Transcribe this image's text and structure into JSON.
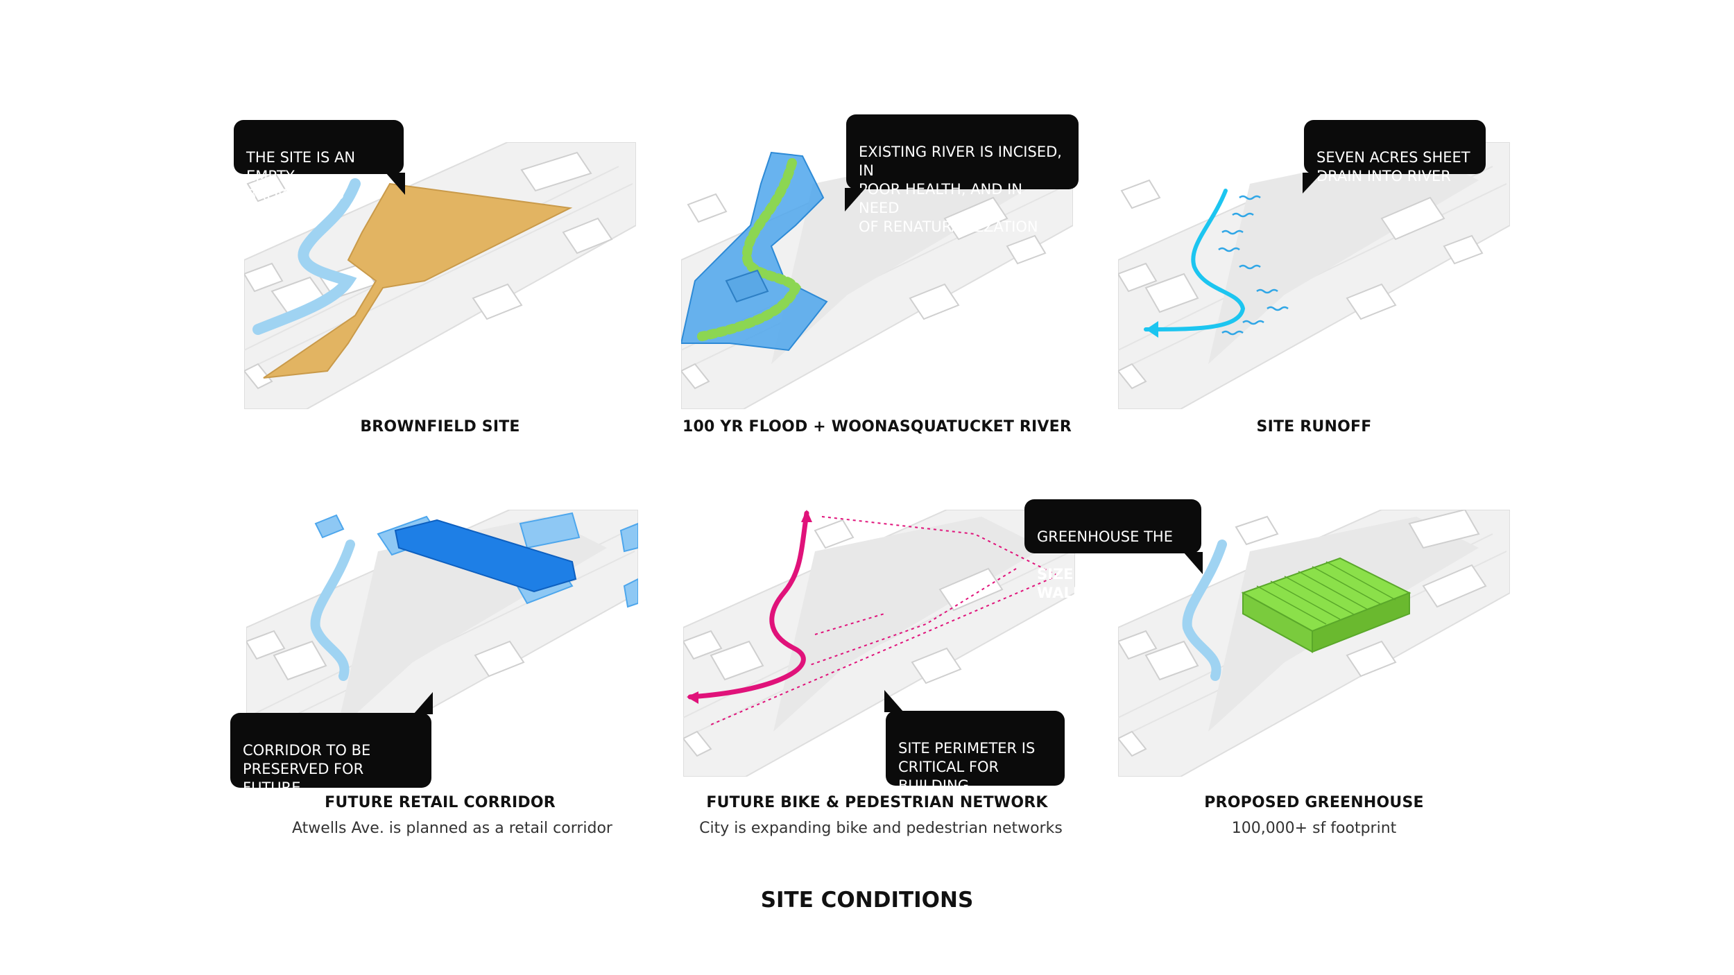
{
  "panels": [
    {
      "caption": "BROWNFIELD SITE",
      "bubble": "THE SITE IS AN\nEMPTY BROWNFIELD"
    },
    {
      "caption": "100 YR FLOOD + WOONASQUATUCKET RIVER",
      "bubble": "EXISTING RIVER IS INCISED, IN\nPOOR HEALTH, AND IN NEED\nOF RENATURALIZZATION"
    },
    {
      "caption": "SITE RUNOFF",
      "bubble": "SEVEN ACRES SHEET\nDRAIN INTO RIVER"
    },
    {
      "caption": "FUTURE RETAIL CORRIDOR",
      "subcaption": "Atwells Ave. is planned as a retail corridor",
      "bubble": "CORRIDOR TO BE\nPRESERVED FOR FUTURE\nB.I.D. OPPORTUNITIES"
    },
    {
      "caption": "FUTURE BIKE & PEDESTRIAN NETWORK",
      "subcaption": "City is expanding bike and pedestrian networks",
      "bubble": "SITE PERIMETER IS\nCRITICAL FOR BUILDING\nTRANSIT NETWORKS"
    },
    {
      "caption": "PROPOSED GREENHOUSE",
      "subcaption": "100,000+ sf footprint",
      "bubble_line1": "GREENHOUSE THE",
      "bubble_line2": "SIZE OF A WALMART!"
    }
  ],
  "page_title": "SITE CONDITIONS",
  "colors": {
    "brownfield": "#e2b462",
    "flood": "#4da6ec",
    "river": "#9fd3f2",
    "runoff": "#1cc5f0",
    "retail": "#1e7fe6",
    "network": "#e0127a",
    "greenhouse": "#8be04a"
  }
}
